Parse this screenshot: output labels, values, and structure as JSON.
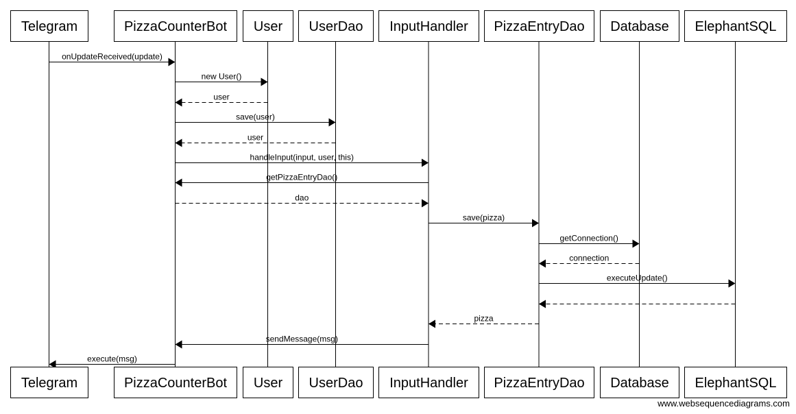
{
  "participants": [
    {
      "id": "telegram",
      "label": "Telegram"
    },
    {
      "id": "pizzacounterbot",
      "label": "PizzaCounterBot"
    },
    {
      "id": "user",
      "label": "User"
    },
    {
      "id": "userdao",
      "label": "UserDao"
    },
    {
      "id": "inputhandler",
      "label": "InputHandler"
    },
    {
      "id": "pizzaentrydao",
      "label": "PizzaEntryDao"
    },
    {
      "id": "database",
      "label": "Database"
    },
    {
      "id": "elephantsql",
      "label": "ElephantSQL"
    }
  ],
  "messages": [
    {
      "from": "telegram",
      "to": "pizzacounterbot",
      "label": "onUpdateReceived(update)",
      "kind": "call"
    },
    {
      "from": "pizzacounterbot",
      "to": "user",
      "label": "new User()",
      "kind": "call"
    },
    {
      "from": "user",
      "to": "pizzacounterbot",
      "label": "user",
      "kind": "return"
    },
    {
      "from": "pizzacounterbot",
      "to": "userdao",
      "label": "save(user)",
      "kind": "call"
    },
    {
      "from": "userdao",
      "to": "pizzacounterbot",
      "label": "user",
      "kind": "return"
    },
    {
      "from": "pizzacounterbot",
      "to": "inputhandler",
      "label": "handleInput(input, user, this)",
      "kind": "call"
    },
    {
      "from": "inputhandler",
      "to": "pizzacounterbot",
      "label": "getPizzaEntryDao()",
      "kind": "call"
    },
    {
      "from": "pizzacounterbot",
      "to": "inputhandler",
      "label": "dao",
      "kind": "return"
    },
    {
      "from": "inputhandler",
      "to": "pizzaentrydao",
      "label": "save(pizza)",
      "kind": "call"
    },
    {
      "from": "pizzaentrydao",
      "to": "database",
      "label": "getConnection()",
      "kind": "call"
    },
    {
      "from": "database",
      "to": "pizzaentrydao",
      "label": "connection",
      "kind": "return"
    },
    {
      "from": "pizzaentrydao",
      "to": "elephantsql",
      "label": "executeUpdate()",
      "kind": "call"
    },
    {
      "from": "elephantsql",
      "to": "pizzaentrydao",
      "label": "",
      "kind": "return"
    },
    {
      "from": "pizzaentrydao",
      "to": "inputhandler",
      "label": "pizza",
      "kind": "return"
    },
    {
      "from": "inputhandler",
      "to": "pizzacounterbot",
      "label": "sendMessage(msg)",
      "kind": "call"
    },
    {
      "from": "pizzacounterbot",
      "to": "telegram",
      "label": "execute(msg)",
      "kind": "call"
    }
  ],
  "footer": {
    "watermark": "www.websequencediagrams.com"
  }
}
